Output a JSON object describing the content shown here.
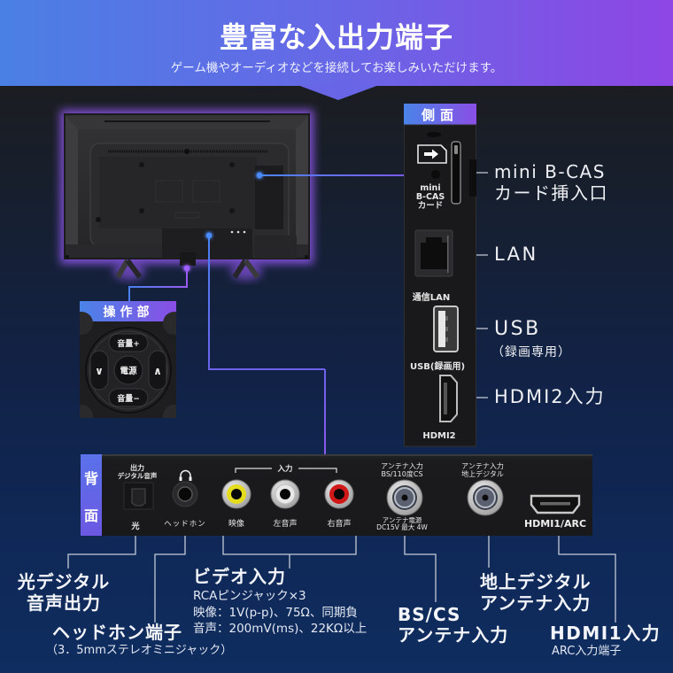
{
  "header": {
    "title": "豊富な入出力端子",
    "subtitle": "ゲーム機やオーディオなどを接続してお楽しみいただけます。"
  },
  "colors": {
    "header_gradient": [
      "#4a80e4",
      "#6767e6",
      "#8e46e4"
    ],
    "connector_blue": "#4a86ff",
    "connector_purple": "#9a5cf0",
    "leader_line": "#c4cad6",
    "background_top": "#1b1d21",
    "background_bottom": "#0f2d60",
    "rca_video": "#e6dc1e",
    "rca_left": "#e8e8e8",
    "rca_right": "#d01818"
  },
  "side_panel": {
    "label": "側面",
    "mini_bcas": {
      "panel_label": [
        "mini",
        "B-CAS",
        "カード"
      ],
      "callout": [
        "mini B-CAS",
        "カード挿入口"
      ]
    },
    "lan": {
      "panel_label": "通信LAN",
      "callout": "LAN"
    },
    "usb": {
      "panel_label": "USB(録画用)",
      "callout": "USB",
      "callout_sub": "（録画専用）"
    },
    "hdmi2": {
      "panel_label": "HDMI2",
      "callout": "HDMI2入力"
    }
  },
  "control_panel": {
    "label": "操作部",
    "buttons": {
      "volume_up": "音量+",
      "volume_down": "音量−",
      "power": "電源",
      "channel_down": "∨",
      "channel_up": "∧"
    }
  },
  "rear_panel": {
    "label": [
      "背",
      "面"
    ],
    "optical": {
      "top": [
        "出力",
        "デジタル音声"
      ],
      "bottom": "光"
    },
    "headphone": {
      "bottom": "ヘッドホン"
    },
    "rca": {
      "group_label": "入力",
      "jacks": [
        "映像",
        "左音声",
        "右音声"
      ]
    },
    "bs_cs": {
      "top": [
        "アンテナ入力",
        "BS/110度CS"
      ],
      "bottom": [
        "アンテナ電源",
        "DC15V 最大 4W"
      ]
    },
    "terrestrial": {
      "top": [
        "アンテナ入力",
        "地上デジタル"
      ]
    },
    "hdmi1": {
      "bottom": "HDMI1/ARC"
    }
  },
  "callouts": {
    "optical": [
      "光デジタル",
      "音声出力"
    ],
    "headphone": {
      "title": "ヘッドホン端子",
      "sub": "（3．5mmステレオミニジャック）"
    },
    "video": {
      "title": "ビデオ入力",
      "specs": [
        "RCAピンジャック×3",
        "映像：1V(p-p)、75Ω、同期負",
        "音声：200mV(ms)、22KΩ以上"
      ]
    },
    "bs_cs": [
      "BS/CS",
      "アンテナ入力"
    ],
    "terrestrial": [
      "地上デジタル",
      "アンテナ入力"
    ],
    "hdmi1": {
      "title": "HDMI1入力",
      "sub": "ARC入力端子"
    }
  }
}
